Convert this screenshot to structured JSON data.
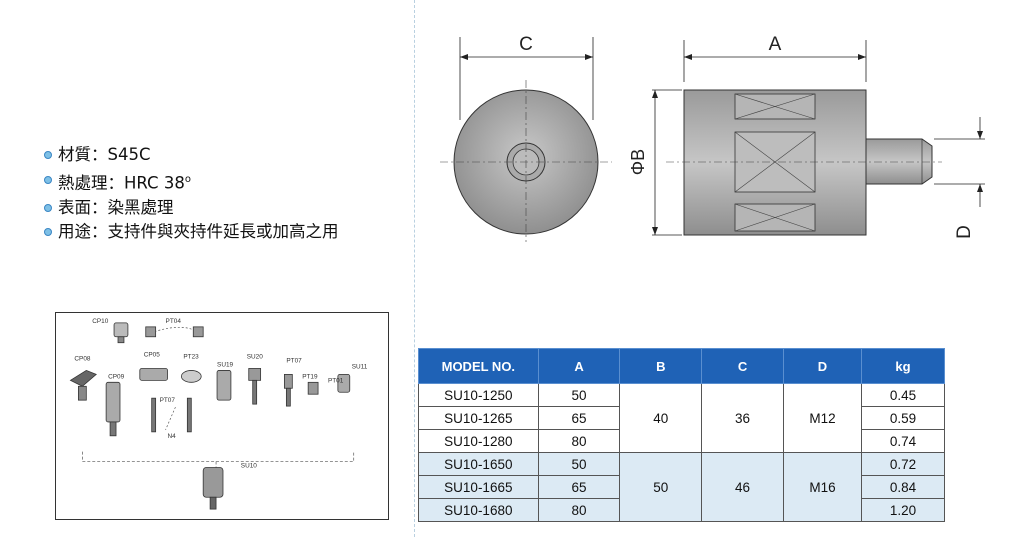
{
  "specs": [
    {
      "label": "材質",
      "value": "S45C"
    },
    {
      "label": "熱處理",
      "value": "HRC 38",
      "sup": "o"
    },
    {
      "label": "表面",
      "value": "染黑處理"
    },
    {
      "label": "用途",
      "value": "支持件與夾持件延長或加高之用"
    }
  ],
  "separator": "：",
  "drawing": {
    "dim_c": "C",
    "dim_a": "A",
    "dim_b": "ΦB",
    "dim_d": "D"
  },
  "assembly": {
    "labels": {
      "cp10": "CP10",
      "pt04": "PT04",
      "cp08": "CP08",
      "cp05": "CP05",
      "pt23": "PT23",
      "su19": "SU19",
      "su20": "SU20",
      "pt07a": "PT07",
      "cp09": "CP09",
      "pt07b": "PT07",
      "pt19": "PT19",
      "pt01": "PT01",
      "su11": "SU11",
      "n4": "N4",
      "su10": "SU10"
    }
  },
  "table": {
    "headers": [
      "MODEL NO.",
      "A",
      "B",
      "C",
      "D",
      "kg"
    ],
    "groups": [
      {
        "b": "40",
        "c": "36",
        "d": "M12",
        "rows": [
          {
            "model": "SU10-1250",
            "a": "50",
            "kg": "0.45"
          },
          {
            "model": "SU10-1265",
            "a": "65",
            "kg": "0.59"
          },
          {
            "model": "SU10-1280",
            "a": "80",
            "kg": "0.74"
          }
        ]
      },
      {
        "b": "50",
        "c": "46",
        "d": "M16",
        "rows": [
          {
            "model": "SU10-1650",
            "a": "50",
            "kg": "0.72"
          },
          {
            "model": "SU10-1665",
            "a": "65",
            "kg": "0.84"
          },
          {
            "model": "SU10-1680",
            "a": "80",
            "kg": "1.20"
          }
        ]
      }
    ]
  }
}
